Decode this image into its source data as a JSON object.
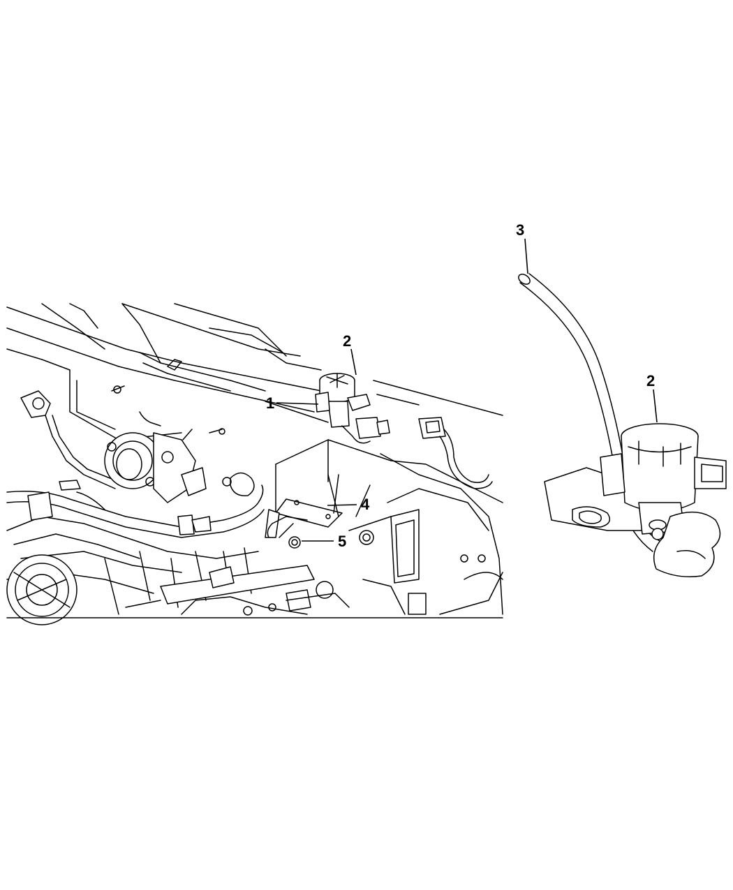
{
  "callouts": [
    {
      "id": "1",
      "label": "1"
    },
    {
      "id": "2a",
      "label": "2"
    },
    {
      "id": "2b",
      "label": "2"
    },
    {
      "id": "3",
      "label": "3"
    },
    {
      "id": "4",
      "label": "4"
    },
    {
      "id": "5",
      "label": "5"
    }
  ]
}
